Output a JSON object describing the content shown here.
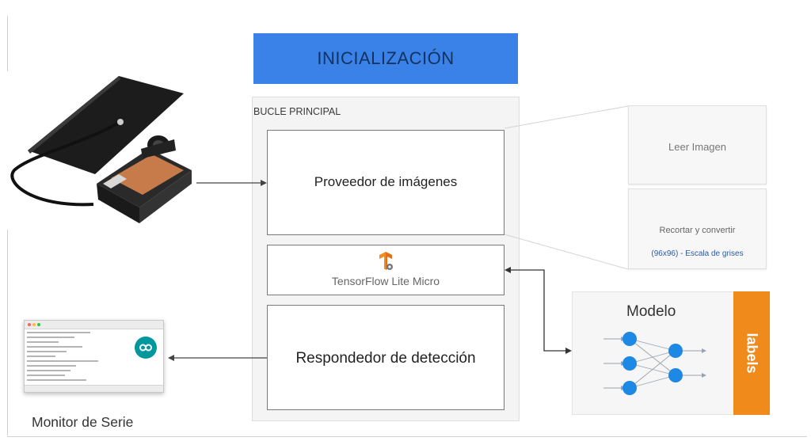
{
  "init_block": {
    "label": "INICIALIZACIÓN",
    "color": "#3b82e8"
  },
  "main_loop": {
    "label": "BUCLE PRINCIPAL"
  },
  "blocks": {
    "image_provider": "Proveedor de imágenes",
    "tflite": "TensorFlow Lite Micro",
    "detection_responder": "Respondedor de detección"
  },
  "side_cards": {
    "read_image": "Leer Imagen",
    "crop_convert": "Recortar y convertir",
    "crop_convert_detail": "(96x96) - Escala de grises"
  },
  "model": {
    "title": "Modelo",
    "labels": "labels",
    "labels_color": "#ef8a1b",
    "node_color": "#1e88e5"
  },
  "serial_monitor": {
    "caption": "Monitor de Serie",
    "arduino_color": "#00979d"
  },
  "icons": [
    "tensorflow-icon",
    "arduino-icon",
    "camera-board-icon"
  ]
}
